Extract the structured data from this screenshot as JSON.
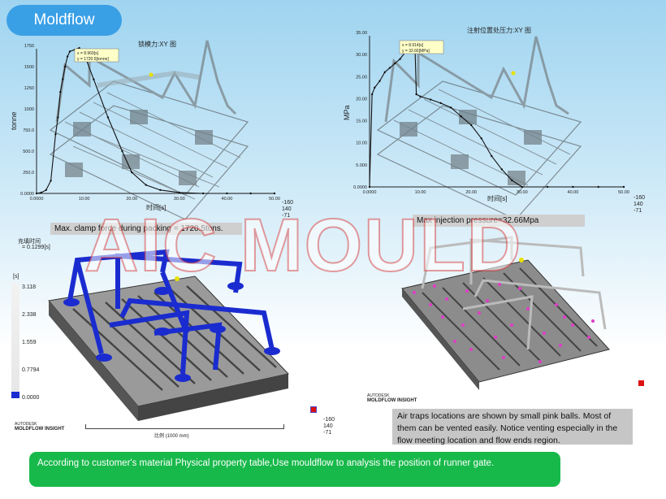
{
  "header": {
    "title": "Moldflow"
  },
  "plot_left": {
    "title": "锁模力:XY 图",
    "ylabel": "tonne",
    "xlabel": "时间[s]",
    "yticks": [
      "0.0000",
      "250.0",
      "500.0",
      "750.0",
      "1000",
      "1250",
      "1500",
      "1750"
    ],
    "xticks": [
      "0.0000",
      "10.00",
      "20.00",
      "30.00",
      "40.00",
      "50.00"
    ],
    "tooltip_x": "x = 8.969[s]",
    "tooltip_y": "y = 1720.5[tonne]",
    "caption": "Max. clamp force during packing = 1720.5tons."
  },
  "plot_right": {
    "title": "注射位置处压力:XY 图",
    "ylabel": "MPa",
    "xlabel": "时间[s]",
    "yticks": [
      "0.0000",
      "5.000",
      "10.00",
      "15.00",
      "20.00",
      "25.00",
      "30.00",
      "35.00"
    ],
    "xticks": [
      "0.0000",
      "10.00",
      "20.00",
      "30.00",
      "40.00",
      "50.00"
    ],
    "tooltip_x": "x = 8.914[s]",
    "tooltip_y": "y = 32.66[MPa]",
    "caption": "Max injection pressure=32.66Mpa"
  },
  "orientation": {
    "line1": "-160",
    "line2": "140",
    "line3": "-71"
  },
  "fill_panel": {
    "title": "充填时间",
    "value": "= 0.1299[s]",
    "unit": "[s]",
    "legend": [
      "3.118",
      "2.338",
      "1.559",
      "0.7794",
      "0.0000"
    ],
    "scale": "比例 (1000 mm)",
    "brand1": "AUTODESK",
    "brand2": "MOLDFLOW INSIGHT"
  },
  "airtrap_panel": {
    "brand1": "AUTODESK",
    "brand2": "MOLDFLOW INSIGHT",
    "note": "Air traps locations are shown by small pink balls. Most of them can be vented easily. Notice venting especially in the flow meeting location and flow ends  region."
  },
  "watermark": "AIC MOULD",
  "footer": {
    "banner": "According to customer's material Physical property table,Use mouldflow to analysis the position of runner gate."
  },
  "colors": {
    "accent": "#3aa0e6",
    "banner": "#17b94a",
    "runner": "#1a2ccf",
    "airtrap": "#e23cc8"
  }
}
